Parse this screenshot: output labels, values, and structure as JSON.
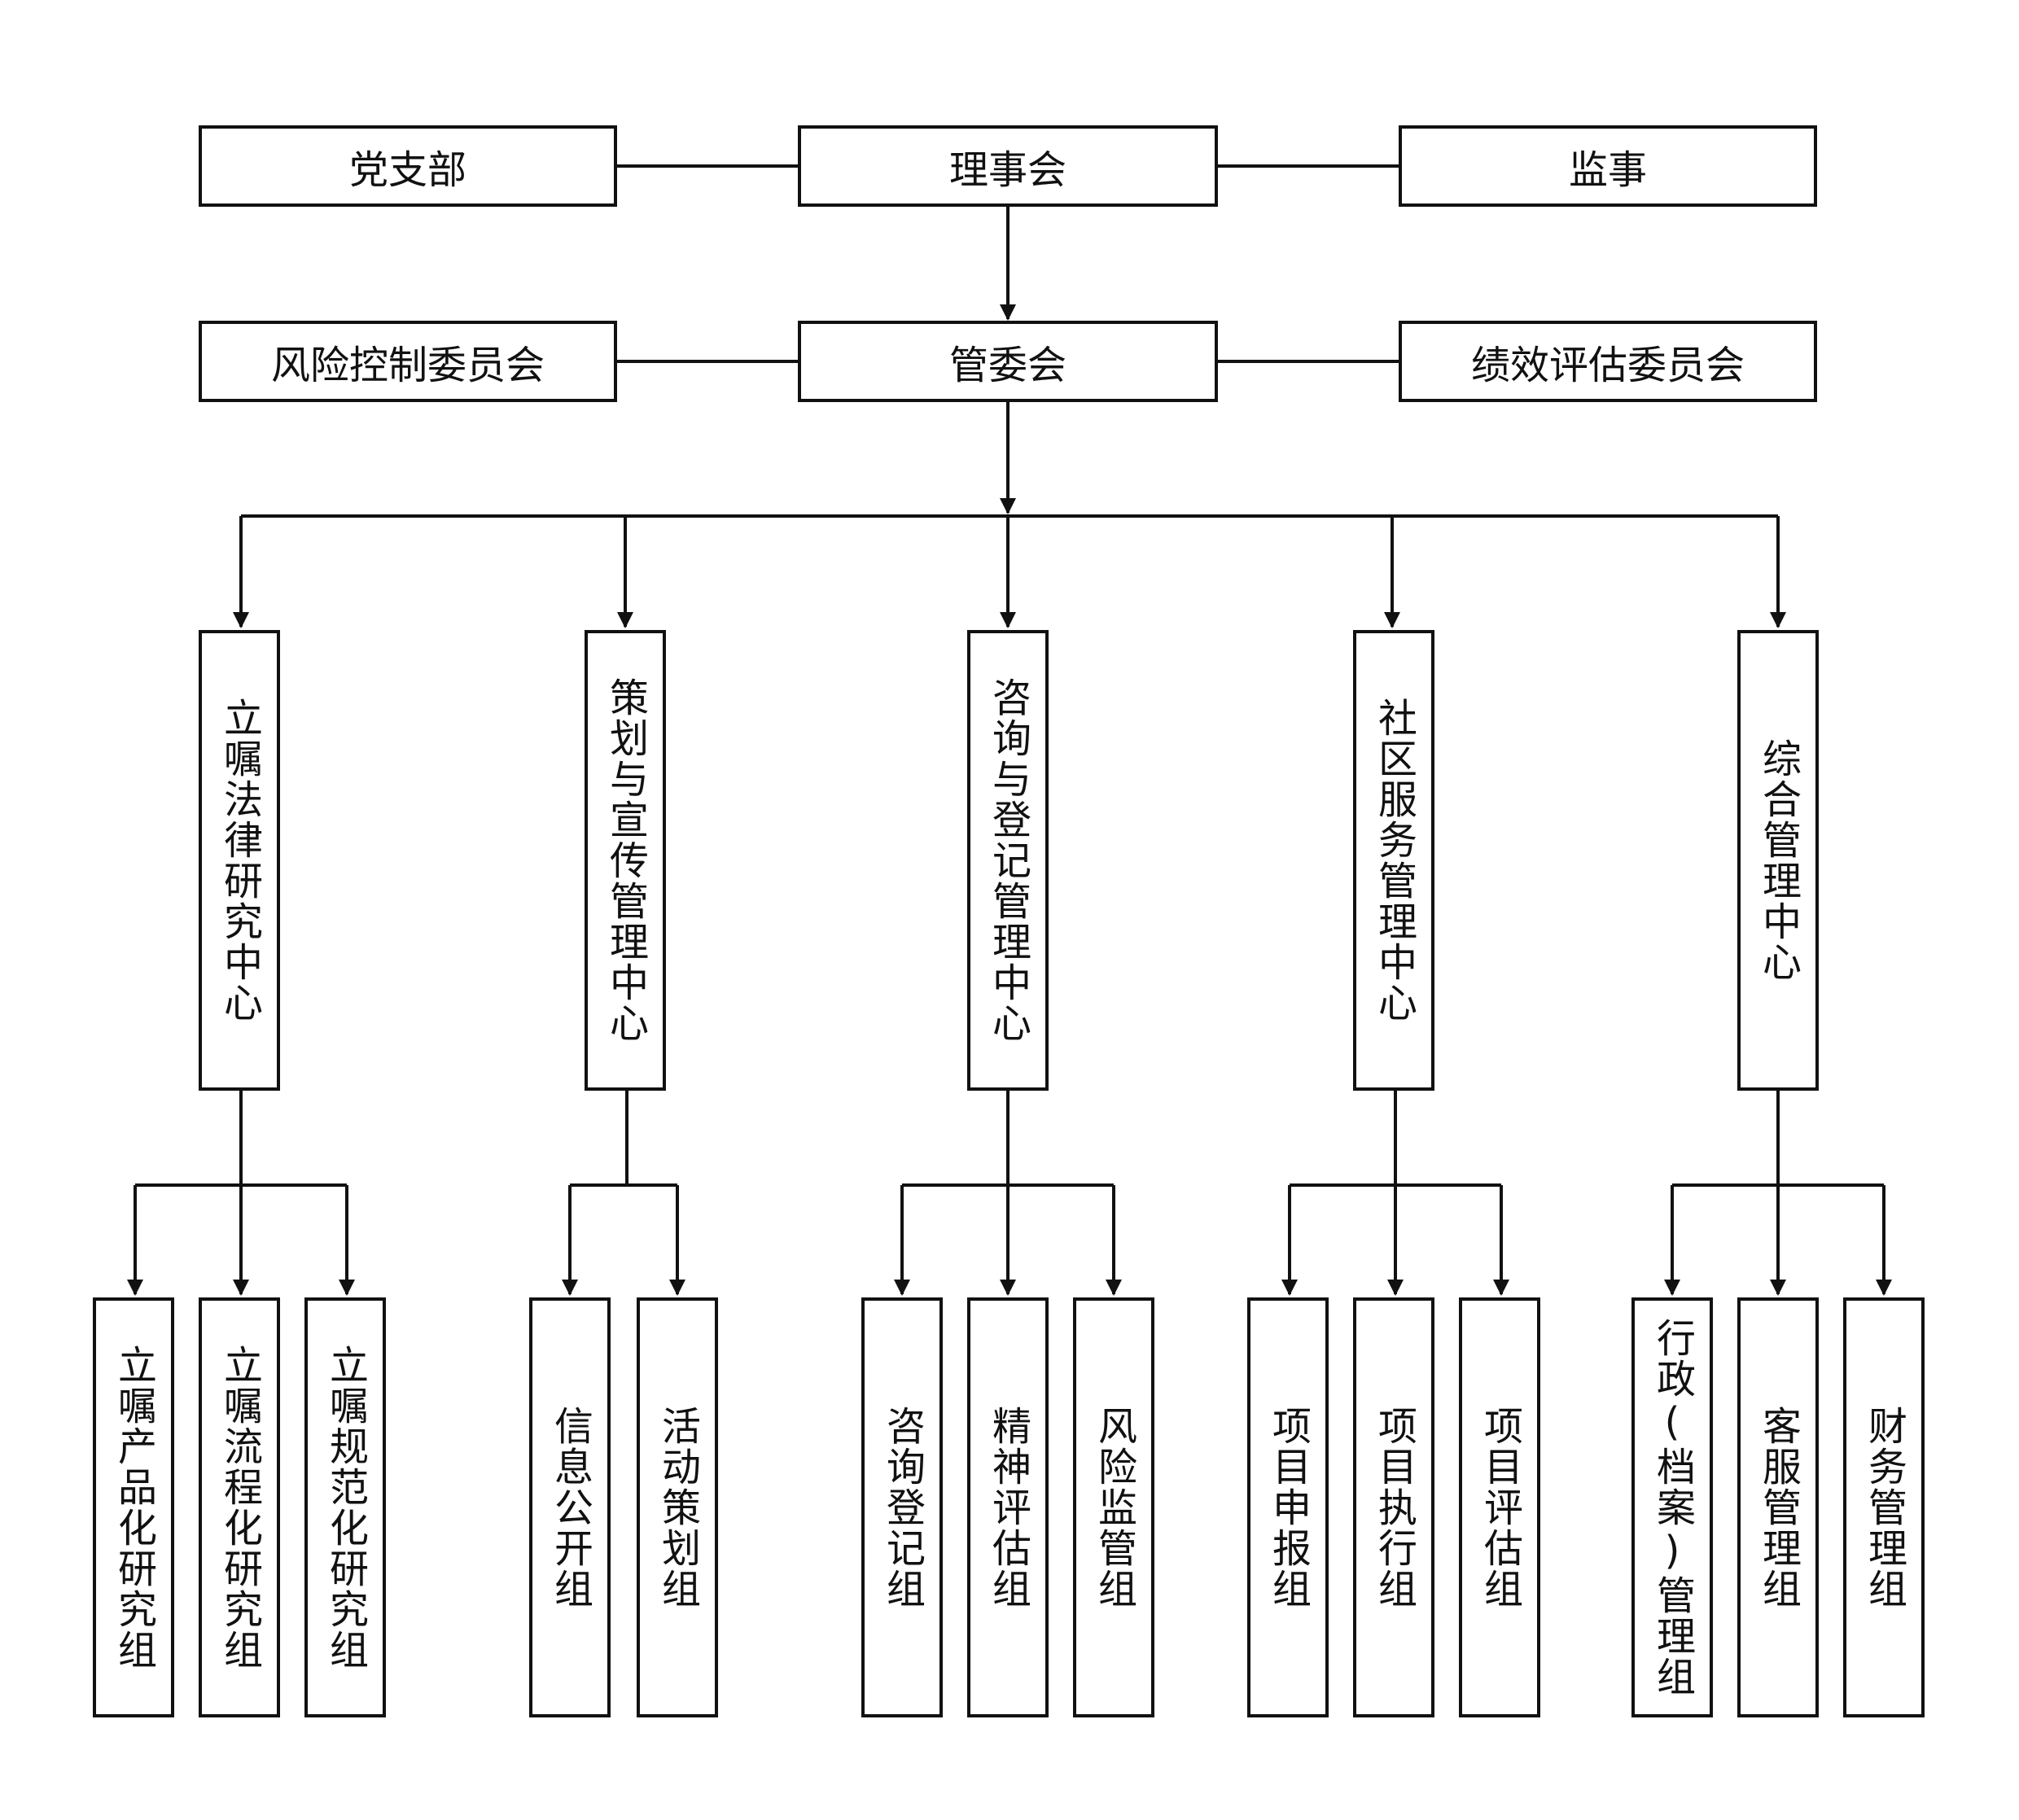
{
  "top": {
    "party_branch": "党支部",
    "council": "理事会",
    "supervisor": "监事"
  },
  "second": {
    "risk_committee": "风险控制委员会",
    "management_committee": "管委会",
    "performance_committee": "绩效评估委员会"
  },
  "centers": [
    {
      "name": "立嘱法律研究中心",
      "groups": [
        "立嘱产品化研究组",
        "立嘱流程化研究组",
        "立嘱规范化研究组"
      ]
    },
    {
      "name": "策划与宣传管理中心",
      "groups": [
        "信息公开组",
        "活动策划组"
      ]
    },
    {
      "name": "咨询与登记管理中心",
      "groups": [
        "咨询登记组",
        "精神评估组",
        "风险监管组"
      ]
    },
    {
      "name": "社区服务管理中心",
      "groups": [
        "项目申报组",
        "项目执行组",
        "项目评估组"
      ]
    },
    {
      "name": "综合管理中心",
      "groups": [
        "行政(档案)管理组",
        "客服管理组",
        "财务管理组"
      ]
    }
  ]
}
